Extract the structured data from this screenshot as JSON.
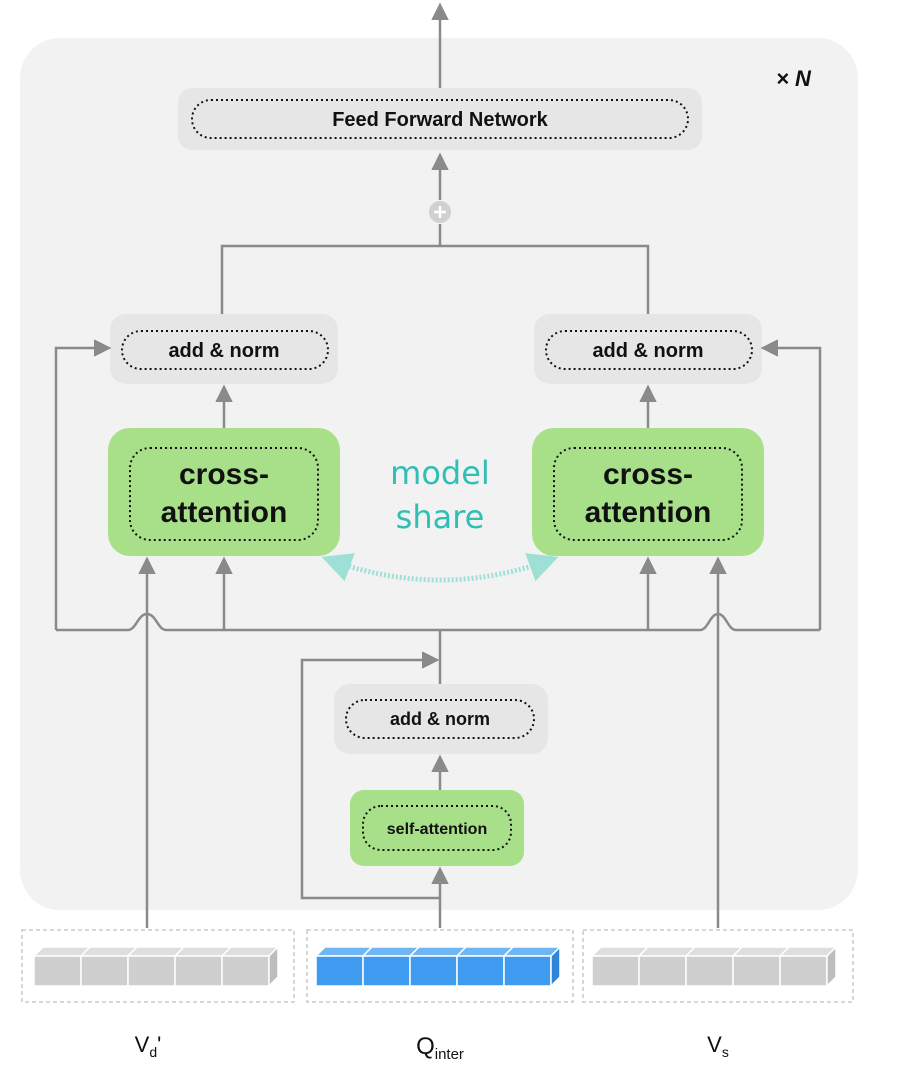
{
  "repeat_label": "× N",
  "blocks": {
    "ffn": "Feed Forward Network",
    "add_norm_left": "add & norm",
    "add_norm_right": "add & norm",
    "add_norm_center": "add & norm",
    "cross_attention_left": [
      "cross-",
      "attention"
    ],
    "cross_attention_right": [
      "cross-",
      "attention"
    ],
    "self_attention": "self-attention"
  },
  "model_share": [
    "model",
    "share"
  ],
  "inputs": {
    "left": {
      "base": "V",
      "sub": "d",
      "suffix": "'"
    },
    "center": {
      "base": "Q",
      "sub": "inter"
    },
    "right": {
      "base": "V",
      "sub": "s"
    }
  },
  "colors": {
    "panel": "#f2f2f2",
    "block_gray": "#e6e6e6",
    "block_green": "#a8e08a",
    "arrow": "#8a8a8a",
    "share_arrow": "#9fe0d6",
    "share_text": "#2fbfb4",
    "token_gray": "#cfcfcf",
    "token_blue": "#3e9bf0"
  }
}
